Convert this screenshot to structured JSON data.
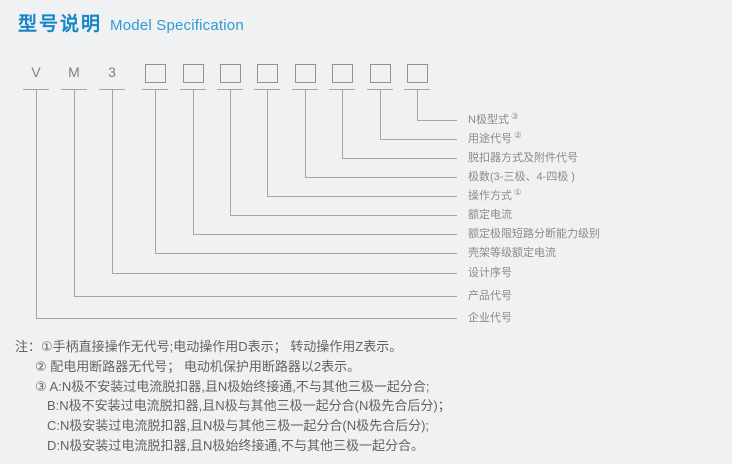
{
  "header": {
    "title_zh": "型号说明",
    "title_en": "Model Specification"
  },
  "diagram": {
    "items": [
      {
        "symbol": "V",
        "type": "letter",
        "label": "企业代号",
        "sup": ""
      },
      {
        "symbol": "M",
        "type": "letter",
        "label": "产品代号",
        "sup": ""
      },
      {
        "symbol": "3",
        "type": "letter",
        "label": "设计序号",
        "sup": ""
      },
      {
        "symbol": "",
        "type": "box",
        "label": "壳架等级额定电流",
        "sup": ""
      },
      {
        "symbol": "",
        "type": "box",
        "label": "额定极限短路分断能力级别",
        "sup": ""
      },
      {
        "symbol": "",
        "type": "box",
        "label": "额定电流",
        "sup": ""
      },
      {
        "symbol": "",
        "type": "box",
        "label": "操作方式",
        "sup": "①"
      },
      {
        "symbol": "",
        "type": "box",
        "label": "极数(3-三极、4-四极 )",
        "sup": ""
      },
      {
        "symbol": "",
        "type": "box",
        "label": "脱扣器方式及附件代号",
        "sup": ""
      },
      {
        "symbol": "",
        "type": "box",
        "label": "用途代号",
        "sup": "②"
      },
      {
        "symbol": "",
        "type": "box",
        "label": "N极型式",
        "sup": "③"
      }
    ]
  },
  "notes": {
    "lines": [
      "注：①手柄直接操作无代号;电动操作用D表示； 转动操作用Z表示。",
      "② 配电用断路器无代号； 电动机保护用断路器以2表示。",
      "③ A:N极不安装过电流脱扣器,且N极始终接通,不与其他三极一起分合;",
      "B:N极不安装过电流脱扣器,且N极与其他三极一起分合(N极先合后分)；",
      "C:N极安装过电流脱扣器,且N极与其他三极一起分合(N极先合后分);",
      "D:N极安装过电流脱扣器,且N极始终接通,不与其他三极一起分合。"
    ]
  },
  "colors": {
    "title_blue": "#1486c8",
    "subtitle_blue": "#2d9ad4",
    "connector_gray": "#a4a6a8",
    "box_border_gray": "#909294",
    "label_gray": "#898b8d",
    "note_gray": "#616365",
    "background": "#f0f1f2"
  }
}
